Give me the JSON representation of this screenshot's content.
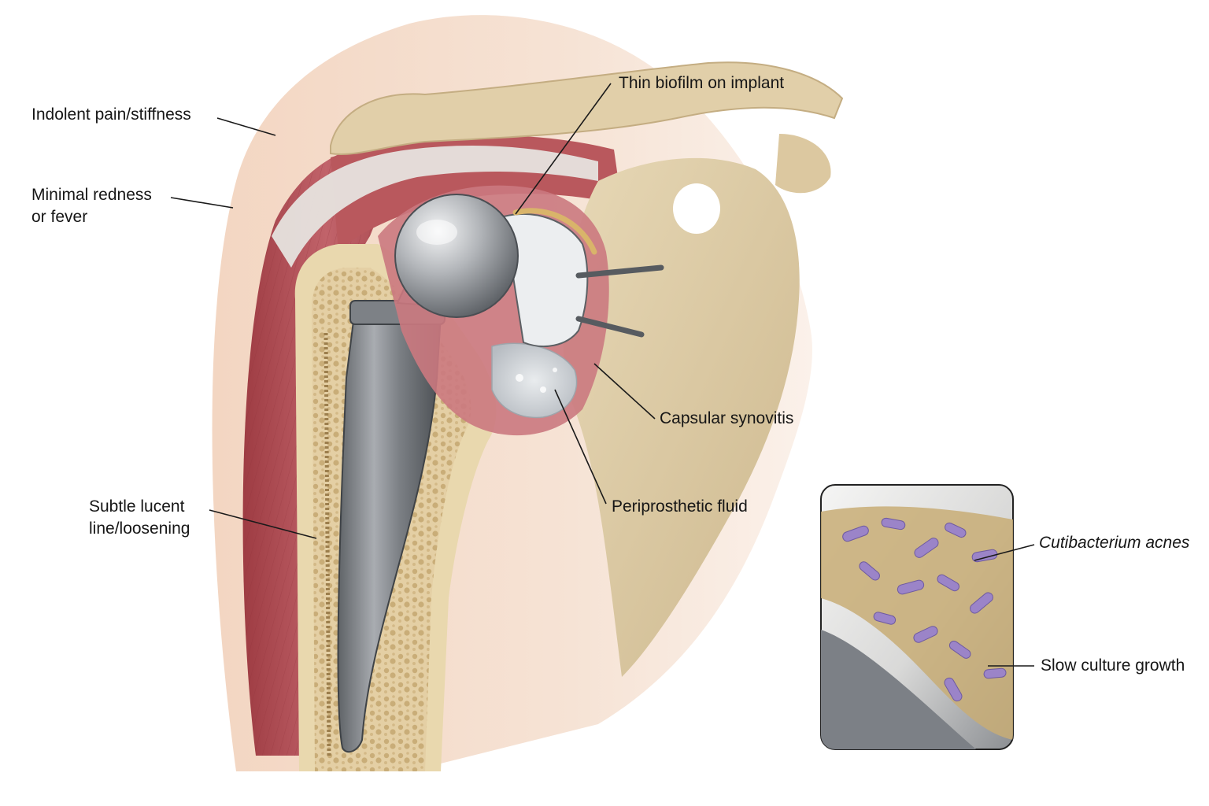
{
  "labels": {
    "pain": "Indolent pain/stiffness",
    "redness_line1": "Minimal redness",
    "redness_line2": "or fever",
    "biofilm": "Thin biofilm on implant",
    "synovitis": "Capsular synovitis",
    "fluid": "Periprosthetic fluid",
    "lucent_line1": "Subtle lucent",
    "lucent_line2": "line/loosening",
    "bacterium": "Cutibacterium acnes",
    "slow_growth": "Slow culture growth"
  },
  "colors": {
    "skin": "#f1d2bd",
    "muscle": "#b8565a",
    "tendon": "#e4e1dc",
    "bone": "#dccaa2",
    "cortex": "#ead9b1",
    "metal": "#8e9196",
    "synovium": "#c8737a",
    "bacteria": "#9b84c8",
    "biofilm": "#c7aa73",
    "leader_line": "#1a1a1a"
  }
}
